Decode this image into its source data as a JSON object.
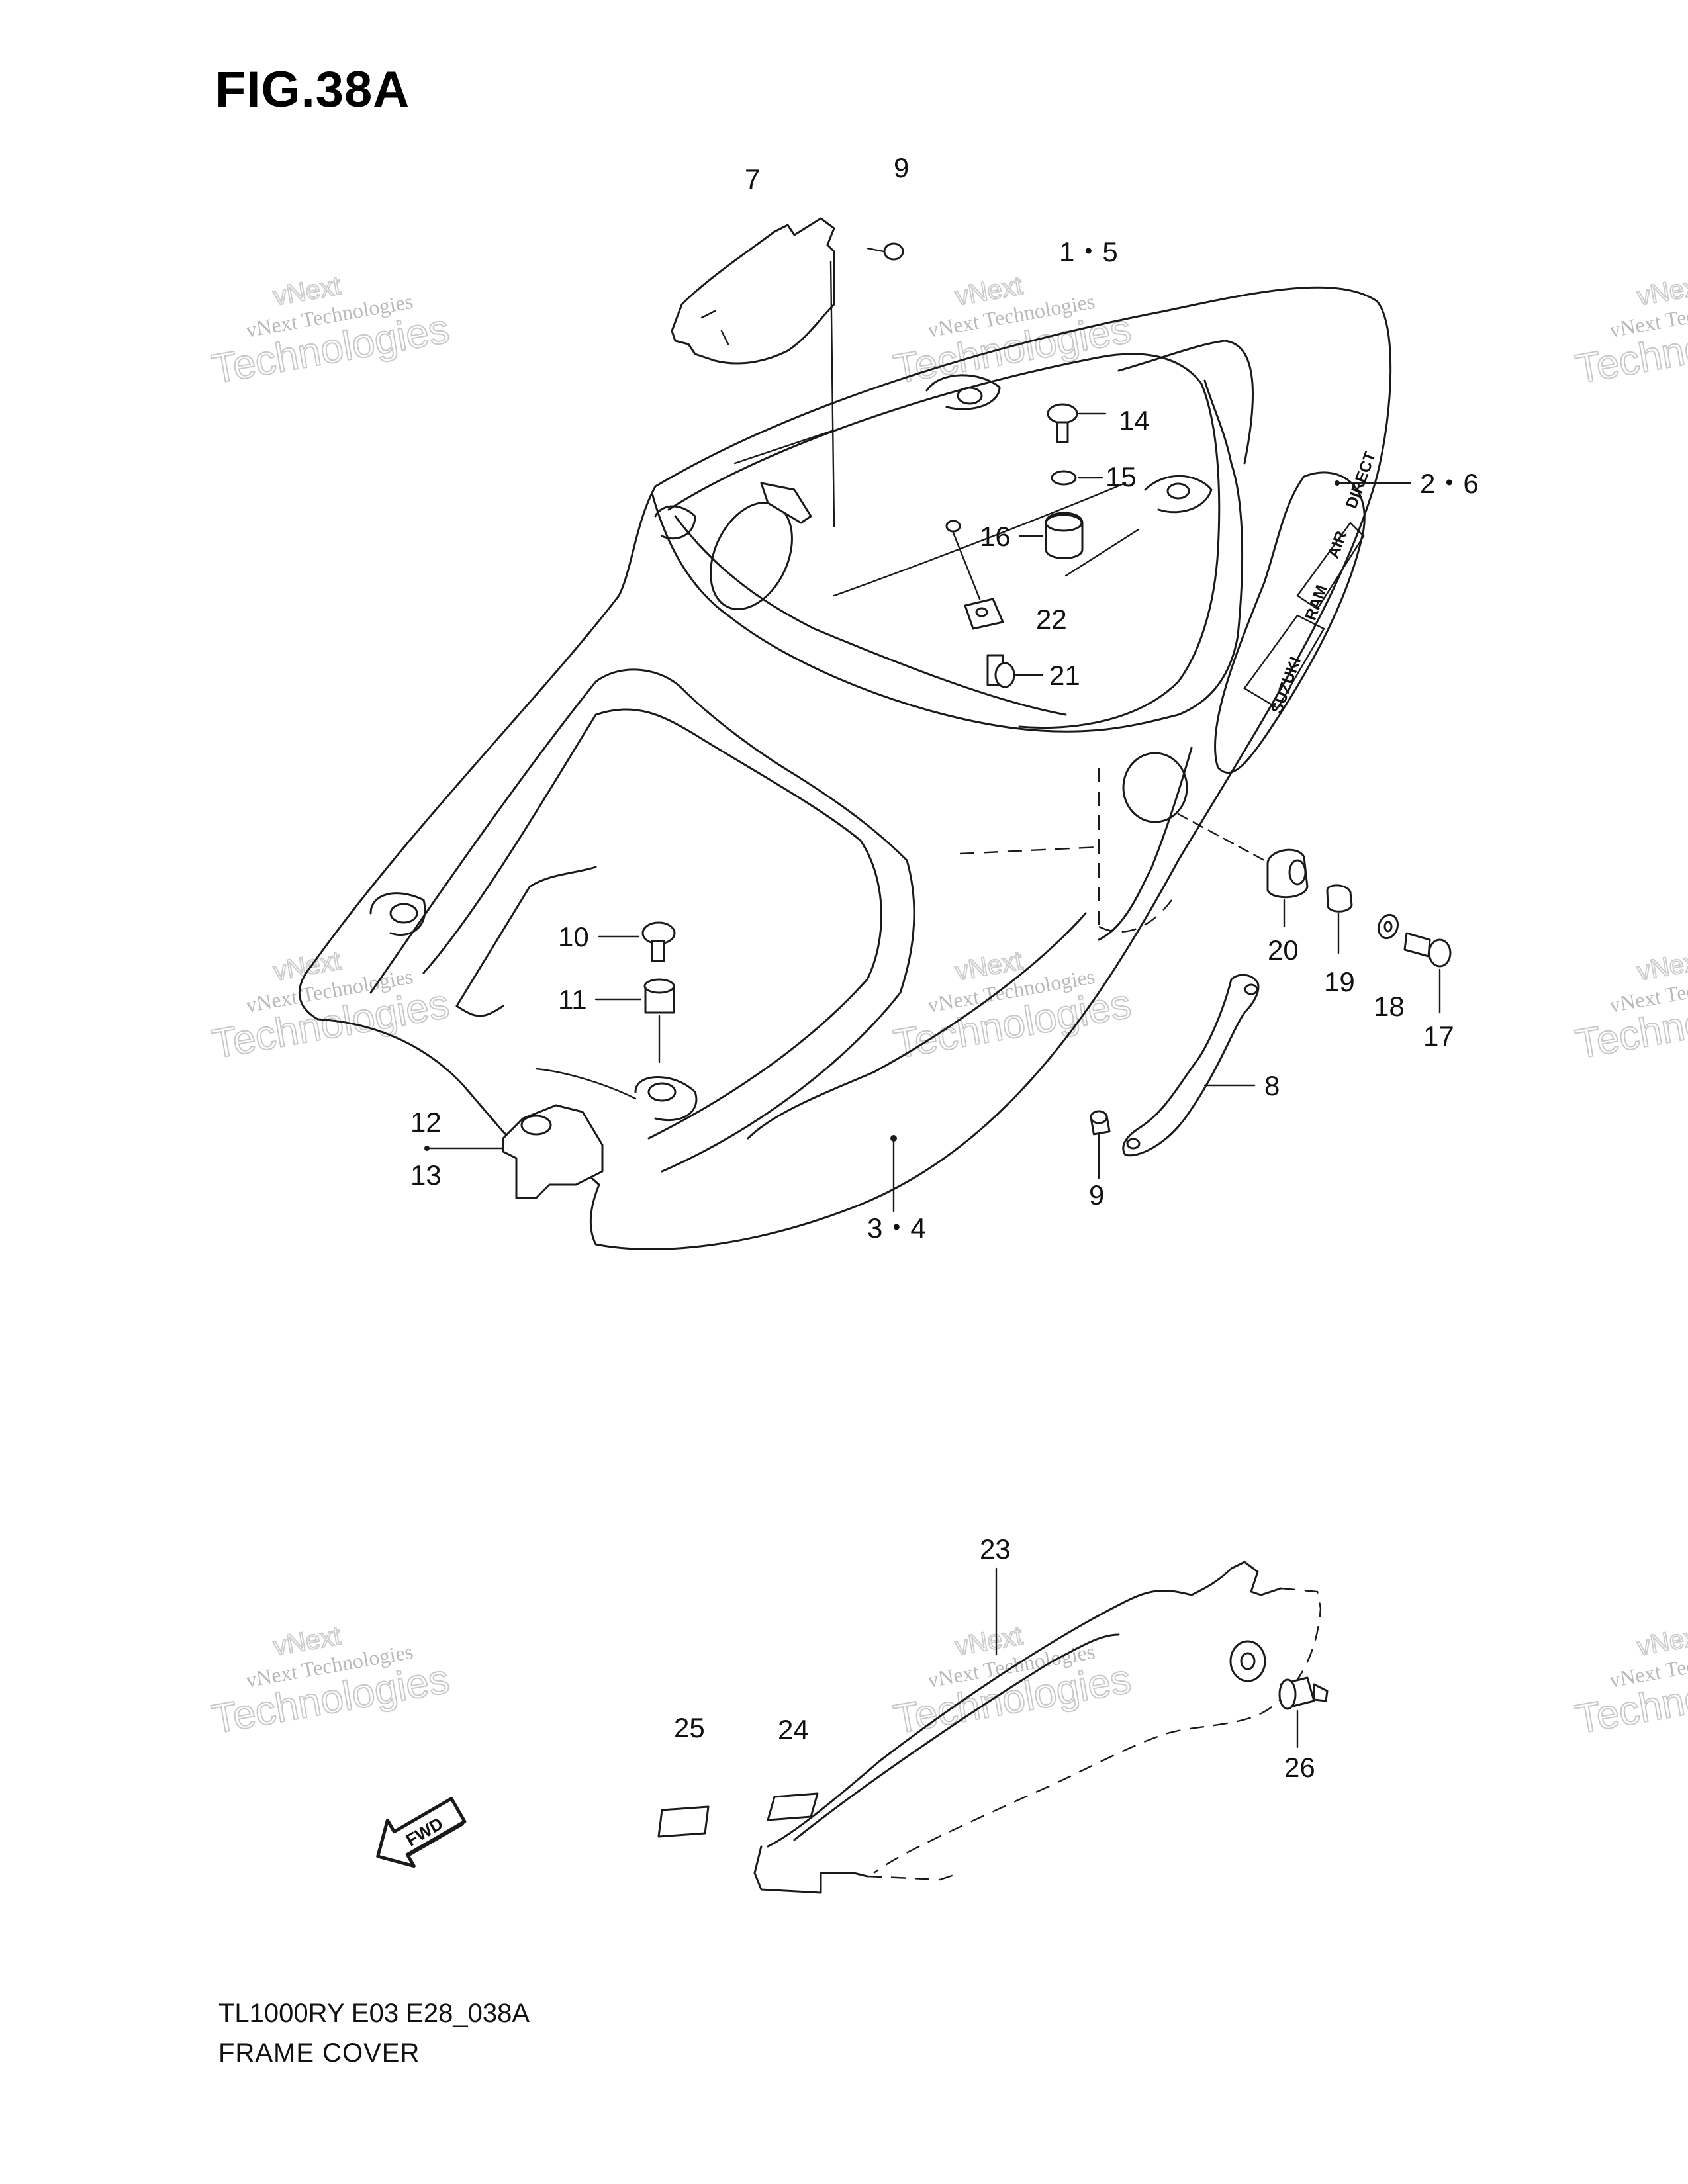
{
  "figure": {
    "title": "FIG.38A"
  },
  "footer": {
    "model_code": "TL1000RY E03 E28_038A",
    "assembly_name": "FRAME COVER"
  },
  "callouts": {
    "c7": "7",
    "c9a": "9",
    "c1_5": "1・5",
    "c14": "14",
    "c15": "15",
    "c2_6": "2・6",
    "c16": "16",
    "c22": "22",
    "c21": "21",
    "c20": "20",
    "c19": "19",
    "c18": "18",
    "c17": "17",
    "c10": "10",
    "c11": "11",
    "c8": "8",
    "c12": "12",
    "c13": "13",
    "c9b": "9",
    "c3_4": "3・4",
    "c23": "23",
    "c25": "25",
    "c24": "24",
    "c26": "26"
  },
  "fwd_arrow": {
    "label": "FWD"
  },
  "decal_text": {
    "line1": "SUZUKI",
    "line2": "RAM",
    "line3": "AIR",
    "line4": "DIRECT"
  },
  "watermark": {
    "line1": "vNext Technologies",
    "line2": "Technologies",
    "line3": "vNext"
  }
}
